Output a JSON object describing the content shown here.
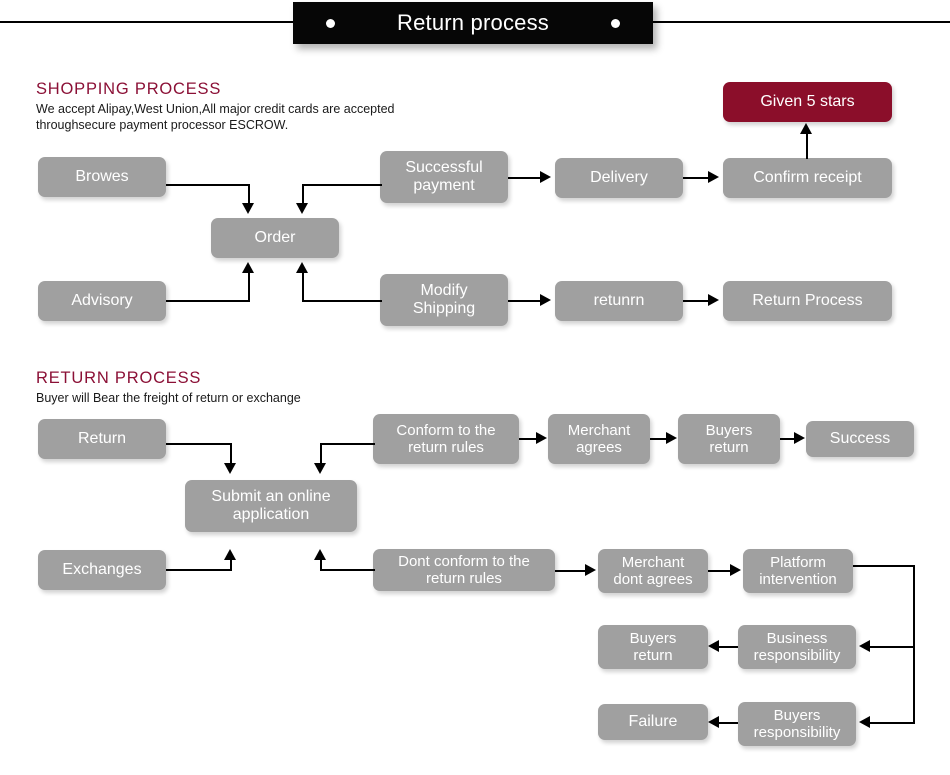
{
  "header": {
    "title": "Return process",
    "dot_left": "bullet-dot",
    "dot_right": "bullet-dot"
  },
  "sections": [
    {
      "id": "shopping",
      "title": "SHOPPING PROCESS",
      "body": "We accept Alipay,West Union,All major credit cards are accepted\nthroughsecure payment processor ESCROW."
    },
    {
      "id": "return",
      "title": "RETURN PROCESS",
      "body": "Buyer will Bear the freight of return or exchange"
    }
  ],
  "shopping_flow": {
    "nodes": [
      {
        "id": "browes",
        "label": "Browes"
      },
      {
        "id": "order",
        "label": "Order"
      },
      {
        "id": "advisory",
        "label": "Advisory"
      },
      {
        "id": "successful_payment",
        "label": "Successful\npayment"
      },
      {
        "id": "modify_shipping",
        "label": "Modify\nShipping"
      },
      {
        "id": "delivery",
        "label": "Delivery"
      },
      {
        "id": "retunrn",
        "label": "retunrn"
      },
      {
        "id": "confirm_receipt",
        "label": "Confirm receipt"
      },
      {
        "id": "return_process",
        "label": "Return Process"
      },
      {
        "id": "given_5_stars",
        "label": "Given 5 stars"
      }
    ]
  },
  "return_flow": {
    "nodes": [
      {
        "id": "return",
        "label": "Return"
      },
      {
        "id": "submit_online_application",
        "label": "Submit an online\napplication"
      },
      {
        "id": "exchanges",
        "label": "Exchanges"
      },
      {
        "id": "conform_rules",
        "label": "Conform to the\nreturn rules"
      },
      {
        "id": "dont_conform_rules",
        "label": "Dont conform to the\nreturn rules"
      },
      {
        "id": "merchant_agrees",
        "label": "Merchant\nagrees"
      },
      {
        "id": "merchant_dont_agrees",
        "label": "Merchant\ndont agrees"
      },
      {
        "id": "buyers_return_top",
        "label": "Buyers\nreturn"
      },
      {
        "id": "success",
        "label": "Success"
      },
      {
        "id": "platform_intervention",
        "label": "Platform\nintervention"
      },
      {
        "id": "business_responsibility",
        "label": "Business\nresponsibility"
      },
      {
        "id": "buyers_return_mid",
        "label": "Buyers\nreturn"
      },
      {
        "id": "buyers_responsibility",
        "label": "Buyers\nresponsibility"
      },
      {
        "id": "failure",
        "label": "Failure"
      }
    ]
  },
  "colors": {
    "banner_bg": "#060606",
    "heading": "#8B1036",
    "node_bg": "#a0a0a0",
    "accent_node_bg": "#8B0E2A",
    "node_text": "#ffffff",
    "connector": "#000000",
    "page_bg": "#ffffff"
  }
}
